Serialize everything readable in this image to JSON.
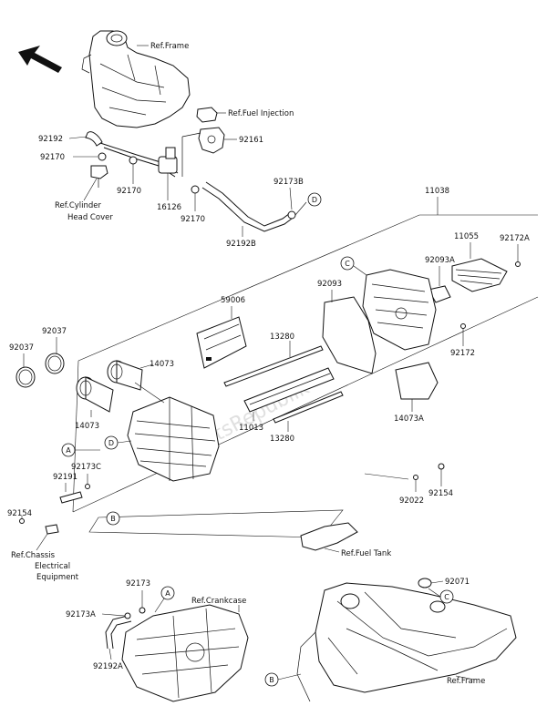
{
  "watermark": "PartsRepublik",
  "labels": {
    "ref_frame_top": "Ref.Frame",
    "ref_fuel_injection": "Ref.Fuel Injection",
    "p92192": "92192",
    "p92161": "92161",
    "p92170_a": "92170",
    "p92170_b": "92170",
    "p92170_c": "92170",
    "p16126": "16126",
    "ref_cyl_1": "Ref.Cylinder",
    "ref_cyl_2": "Head Cover",
    "p92173b": "92173B",
    "p92192b": "92192B",
    "p11038": "11038",
    "p11055": "11055",
    "p92172a": "92172A",
    "p92093a": "92093A",
    "p92093": "92093",
    "p59006": "59006",
    "p13280_a": "13280",
    "p13280_b": "13280",
    "p92037_a": "92037",
    "p92037_b": "92037",
    "p14073_a": "14073",
    "p14073_b": "14073",
    "p14073a": "14073A",
    "p92172": "92172",
    "p11013": "11013",
    "p92173c": "92173C",
    "p92191": "92191",
    "p92022": "92022",
    "p92154_a": "92154",
    "p92154_b": "92154",
    "ref_chassis_1": "Ref.Chassis",
    "ref_chassis_2": "Electrical",
    "ref_chassis_3": "Equipment",
    "ref_fuel_tank": "Ref.Fuel Tank",
    "p92173": "92173",
    "p92173a": "92173A",
    "p92192a": "92192A",
    "ref_crankcase": "Ref.Crankcase",
    "p92071": "92071",
    "ref_frame_bottom": "Ref.Frame"
  },
  "callouts": {
    "A": "A",
    "B": "B",
    "C": "C",
    "D": "D"
  }
}
